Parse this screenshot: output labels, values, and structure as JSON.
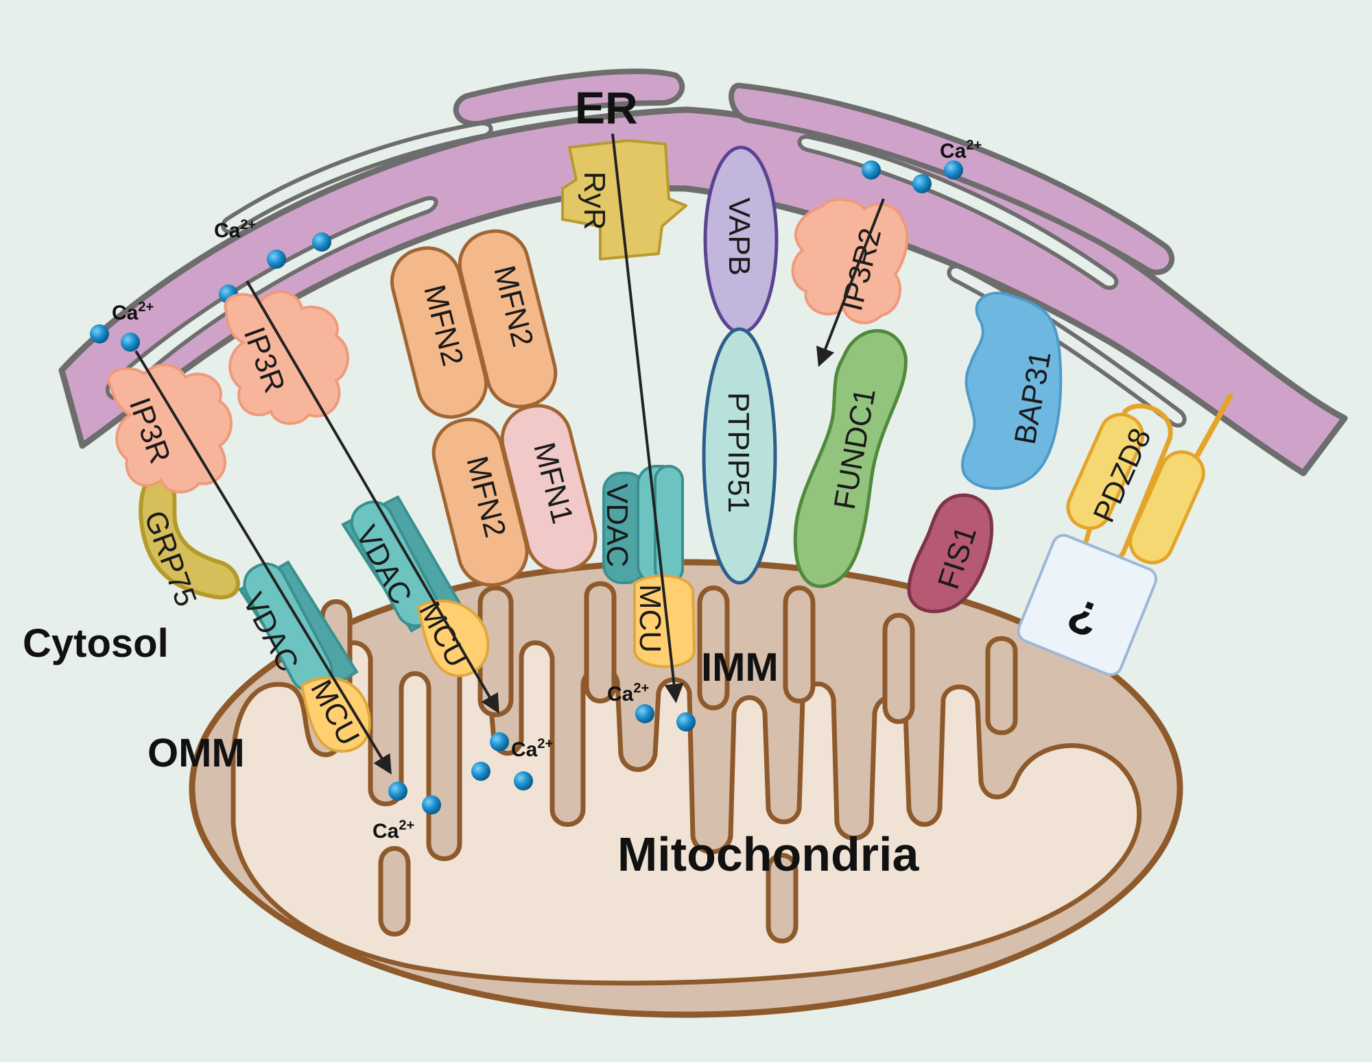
{
  "labels": {
    "er": "ER",
    "cytosol": "Cytosol",
    "omm": "OMM",
    "imm": "IMM",
    "mitochondria": "Mitochondria",
    "unknown": "¿",
    "ca_base": "Ca",
    "ca_charge": "2+"
  },
  "proteins": {
    "ip3r_left": "IP3R",
    "ip3r_mid": "IP3R",
    "ip3r2": "IP3R2",
    "grp75": "GRP75",
    "vdac_1": "VDAC",
    "vdac_2": "VDAC",
    "vdac_3": "VDAC",
    "mcu_1": "MCU",
    "mcu_2": "MCU",
    "mcu_3": "MCU",
    "mfn2_top_left": "MFN2",
    "mfn2_top_right": "MFN2",
    "mfn2_bottom": "MFN2",
    "mfn1": "MFN1",
    "ryr": "RyR",
    "vapb": "VAPB",
    "ptpip51": "PTPIP51",
    "fundc1": "FUNDC1",
    "bap31": "BAP31",
    "fis1": "FIS1",
    "pdzd8": "PDZD8"
  },
  "colors": {
    "background": "#e7efea",
    "er_fill": "#cfa3c9",
    "er_stroke": "#6d6d6d",
    "mito_outer": "#d7bfae",
    "mito_inner": "#f0e3d5",
    "mito_stroke": "#8e5a2b",
    "ip3r": "#f7b69c",
    "vdac": "#6cc3c0",
    "mcu": "#ffcf70",
    "grp75": "#d6bf5a",
    "ryr": "#e2c764",
    "mfn2": "#f4b98b",
    "mfn1": "#f0c9c8",
    "vapb": "#c3b6dc",
    "ptpip51": "#b9e1dc",
    "fundc1": "#93c47d",
    "bap31": "#6db7e0",
    "fis1": "#b55a72",
    "pdzd8": "#f6d873",
    "unknown": "#ecf3fa",
    "calcium": "#1b8fd0"
  }
}
